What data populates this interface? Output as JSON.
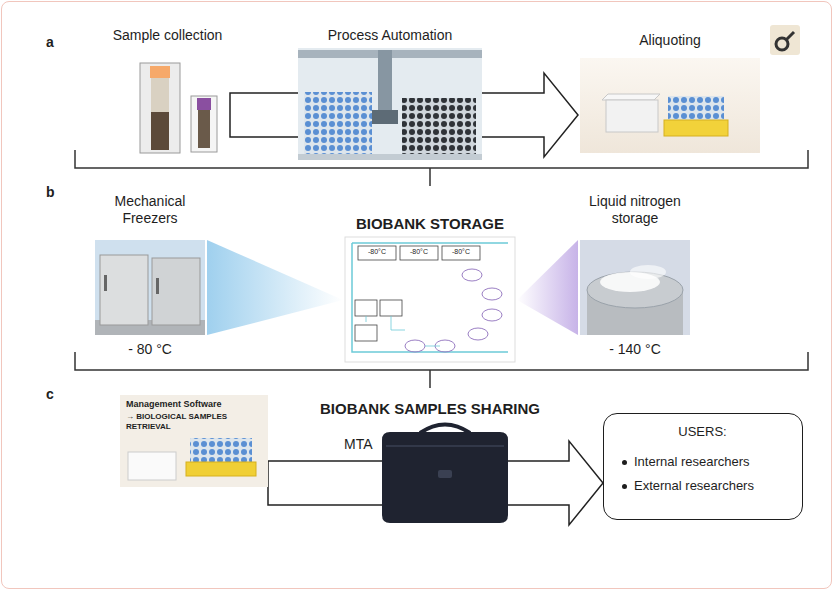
{
  "diagram": {
    "nodes": [
      {
        "text": [
          "Sample collection"
        ]
      },
      {
        "text": [
          "Process Automation"
        ]
      },
      {
        "text": [
          "Aliquoting"
        ]
      },
      {
        "text": [
          "Mechanical Freezers",
          "- 80 °C"
        ]
      },
      {
        "text": [
          "BIOBANK STORAGE"
        ]
      },
      {
        "text": [
          "Liquid nitrogen storage",
          "- 140 °C"
        ]
      },
      {
        "text": [
          "Management Software",
          "→ BIOLOGICAL SAMPLES RETRIEVAL"
        ]
      },
      {
        "text": [
          "BIOBANK SAMPLES SHARING",
          "MTA"
        ]
      },
      {
        "text": [
          "USERS:",
          "Internal researchers",
          "External researchers"
        ]
      }
    ],
    "edges": [
      {
        "from": 0,
        "to": 2,
        "arrow": "to"
      },
      {
        "from": 3,
        "to": 4,
        "arrow": "to"
      },
      {
        "from": 5,
        "to": 4,
        "arrow": "to"
      },
      {
        "from": 6,
        "to": 8,
        "arrow": "to"
      }
    ],
    "labels": [
      "a",
      "b",
      "c",
      "-80°C",
      "-80°C",
      "-80°C"
    ]
  }
}
